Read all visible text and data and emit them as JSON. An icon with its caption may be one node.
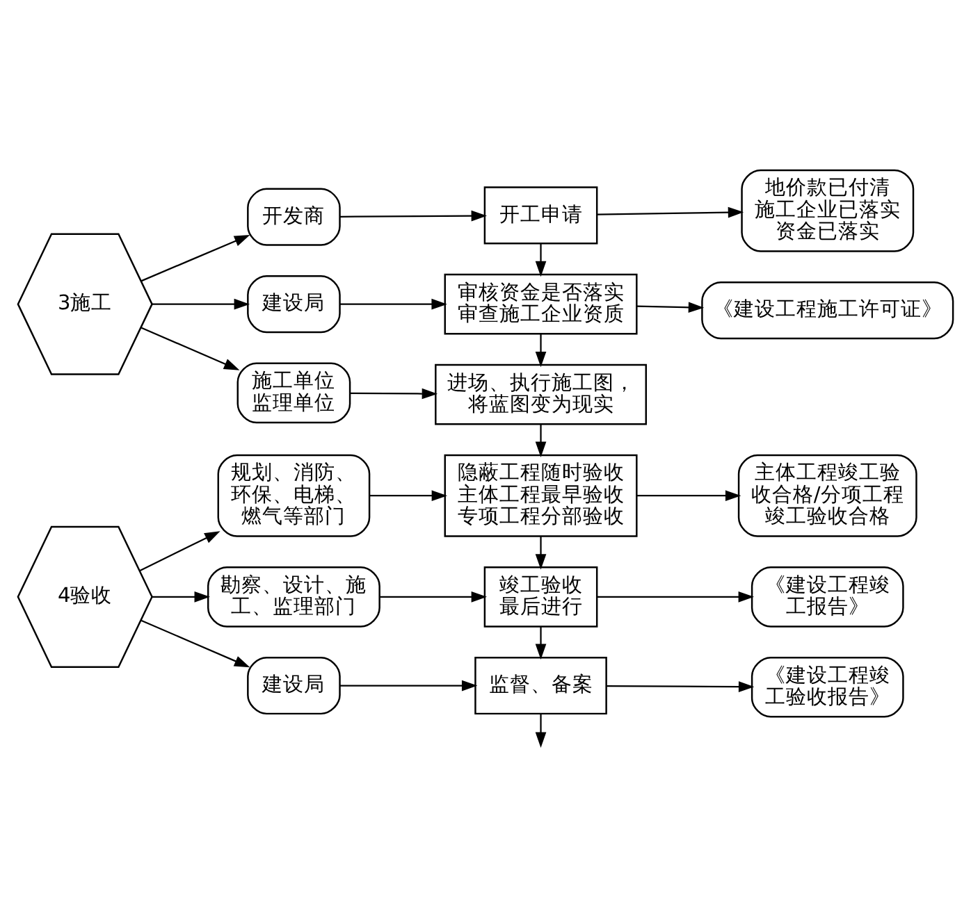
{
  "diagram": {
    "nodes": [
      {
        "text": [
          "3施工"
        ]
      },
      {
        "text": [
          "开发商"
        ]
      },
      {
        "text": [
          "开工申请"
        ]
      },
      {
        "text": [
          "地价款已付清",
          "施工企业已落实",
          "资金已落实"
        ]
      },
      {
        "text": [
          "建设局"
        ]
      },
      {
        "text": [
          "审核资金是否落实",
          "审查施工企业资质"
        ]
      },
      {
        "text": [
          "《建设工程施工许可证》"
        ]
      },
      {
        "text": [
          "施工单位",
          "监理单位"
        ]
      },
      {
        "text": [
          "进场、执行施工图，将蓝图变为现实"
        ]
      },
      {
        "text": [
          "4验收"
        ]
      },
      {
        "text": [
          "规划、消防、环保、电梯、燃气等部门"
        ]
      },
      {
        "text": [
          "隐蔽工程随时验收",
          "主体工程最早验收",
          "专项工程分部验收"
        ]
      },
      {
        "text": [
          "主体工程竣工验收合格/分项工程竣工验收合格"
        ]
      },
      {
        "text": [
          "勘察、设计、施工、监理部门"
        ]
      },
      {
        "text": [
          "竣工验收最后进行"
        ]
      },
      {
        "text": [
          "《建设工程竣工报告》"
        ]
      },
      {
        "text": [
          "建设局"
        ]
      },
      {
        "text": [
          "监督、备案"
        ]
      },
      {
        "text": [
          "《建设工程竣工验收报告》"
        ]
      }
    ],
    "edges": [
      {
        "from": 0,
        "to": 1,
        "arrow": "to"
      },
      {
        "from": 0,
        "to": 4,
        "arrow": "to"
      },
      {
        "from": 0,
        "to": 7,
        "arrow": "to"
      },
      {
        "from": 1,
        "to": 2,
        "arrow": "to"
      },
      {
        "from": 2,
        "to": 3,
        "arrow": "to"
      },
      {
        "from": 2,
        "to": 5,
        "arrow": "to"
      },
      {
        "from": 4,
        "to": 5,
        "arrow": "to"
      },
      {
        "from": 5,
        "to": 6,
        "arrow": "to"
      },
      {
        "from": 5,
        "to": 8,
        "arrow": "to"
      },
      {
        "from": 7,
        "to": 8,
        "arrow": "to"
      },
      {
        "from": 8,
        "to": 11,
        "arrow": "to"
      },
      {
        "from": 9,
        "to": 10,
        "arrow": "to"
      },
      {
        "from": 9,
        "to": 13,
        "arrow": "to"
      },
      {
        "from": 9,
        "to": 16,
        "arrow": "to"
      },
      {
        "from": 10,
        "to": 11,
        "arrow": "to"
      },
      {
        "from": 11,
        "to": 12,
        "arrow": "to"
      },
      {
        "from": 11,
        "to": 14,
        "arrow": "to"
      },
      {
        "from": 13,
        "to": 14,
        "arrow": "to"
      },
      {
        "from": 14,
        "to": 15,
        "arrow": "to"
      },
      {
        "from": 14,
        "to": 17,
        "arrow": "to"
      },
      {
        "from": 16,
        "to": 17,
        "arrow": "to"
      },
      {
        "from": 17,
        "to": 18,
        "arrow": "to"
      },
      {
        "from": 17,
        "to": null,
        "arrow": "to"
      }
    ]
  }
}
